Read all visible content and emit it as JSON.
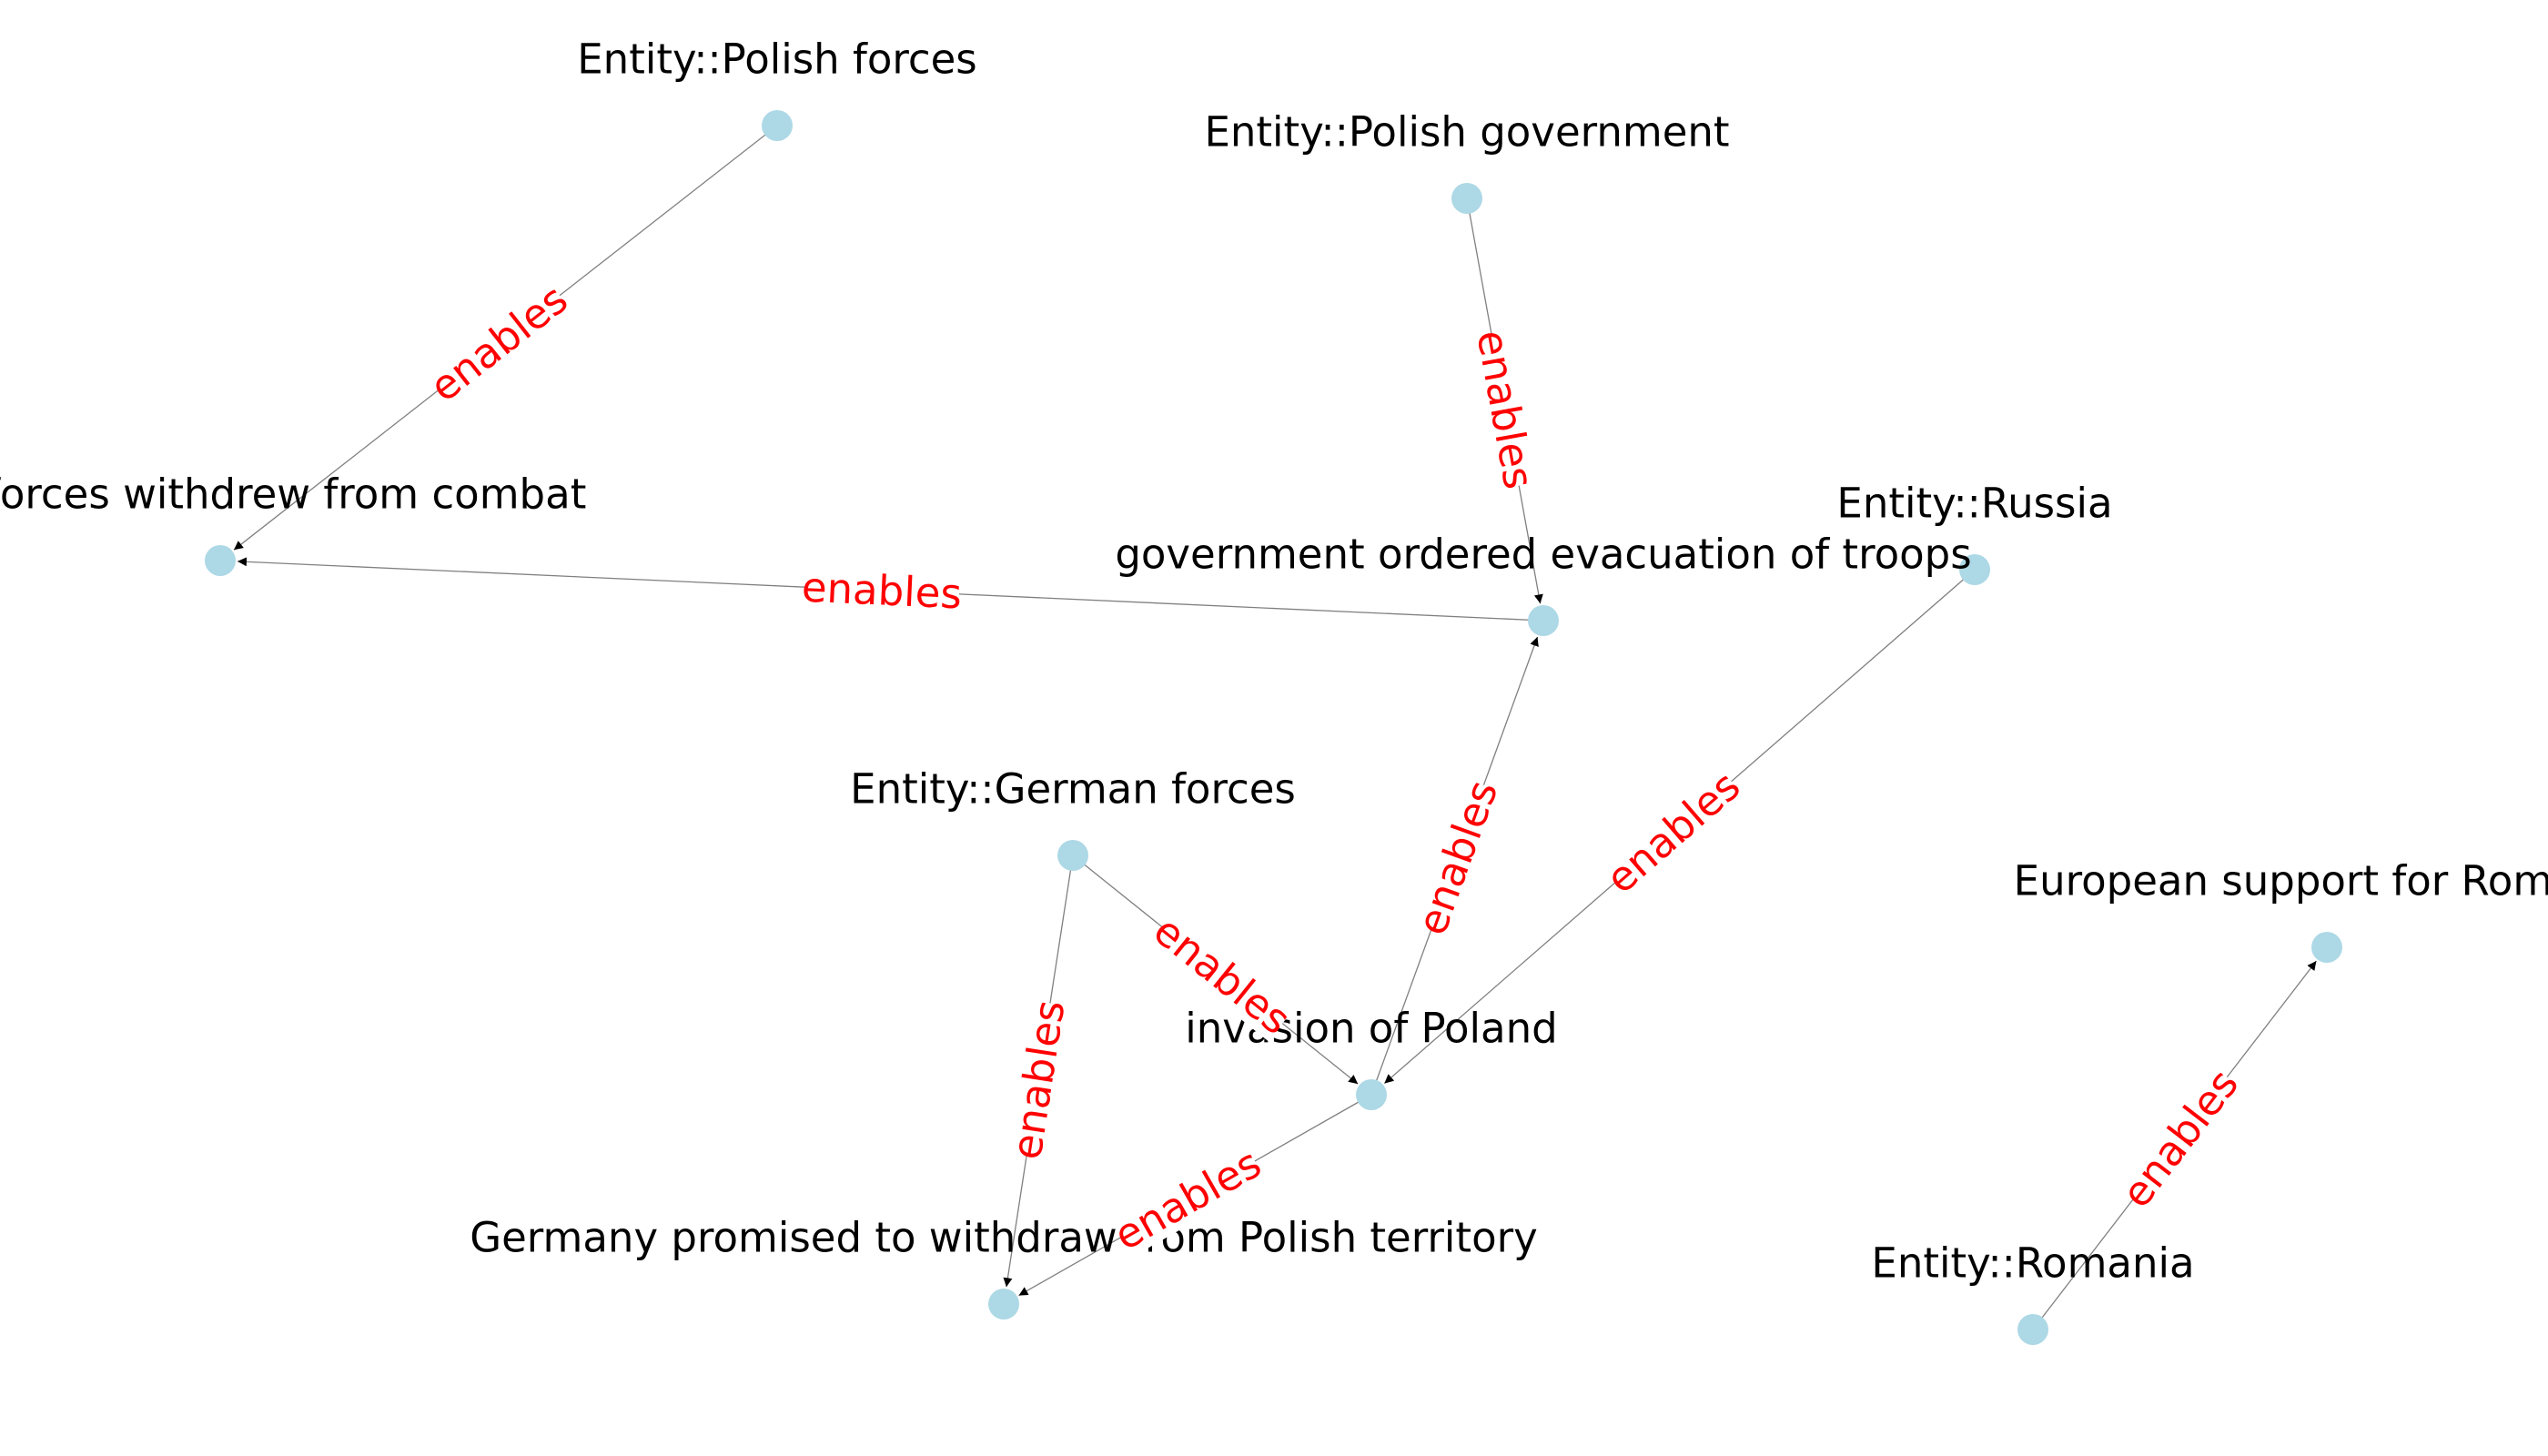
{
  "graph": {
    "colors": {
      "node": "#add8e6",
      "edge": "#808080",
      "edge_label": "#ff0000",
      "node_label": "#000000",
      "background": "#ffffff"
    },
    "nodes": [
      {
        "id": "polish-forces",
        "label": "Entity::Polish forces"
      },
      {
        "id": "polish-government",
        "label": "Entity::Polish government"
      },
      {
        "id": "withdrew-from-combat",
        "label": "Polish forces withdrew from combat"
      },
      {
        "id": "ordered-evacuation",
        "label": "government ordered evacuation of troops"
      },
      {
        "id": "russia",
        "label": "Entity::Russia"
      },
      {
        "id": "german-forces",
        "label": "Entity::German forces"
      },
      {
        "id": "invasion",
        "label": "invasion of Poland"
      },
      {
        "id": "germany-promised",
        "label": "Germany promised to withdraw from Polish territory"
      },
      {
        "id": "european-support",
        "label": "European support for Romania"
      },
      {
        "id": "romania",
        "label": "Entity::Romania"
      }
    ],
    "edges": [
      {
        "from": "polish-forces",
        "to": "withdrew-from-combat",
        "label": "enables"
      },
      {
        "from": "polish-government",
        "to": "ordered-evacuation",
        "label": "enables"
      },
      {
        "from": "ordered-evacuation",
        "to": "withdrew-from-combat",
        "label": "enables"
      },
      {
        "from": "invasion",
        "to": "ordered-evacuation",
        "label": "enables"
      },
      {
        "from": "russia",
        "to": "invasion",
        "label": "enables"
      },
      {
        "from": "german-forces",
        "to": "invasion",
        "label": "enables"
      },
      {
        "from": "german-forces",
        "to": "germany-promised",
        "label": "enables"
      },
      {
        "from": "invasion",
        "to": "germany-promised",
        "label": "enables"
      },
      {
        "from": "romania",
        "to": "european-support",
        "label": "enables"
      }
    ]
  }
}
